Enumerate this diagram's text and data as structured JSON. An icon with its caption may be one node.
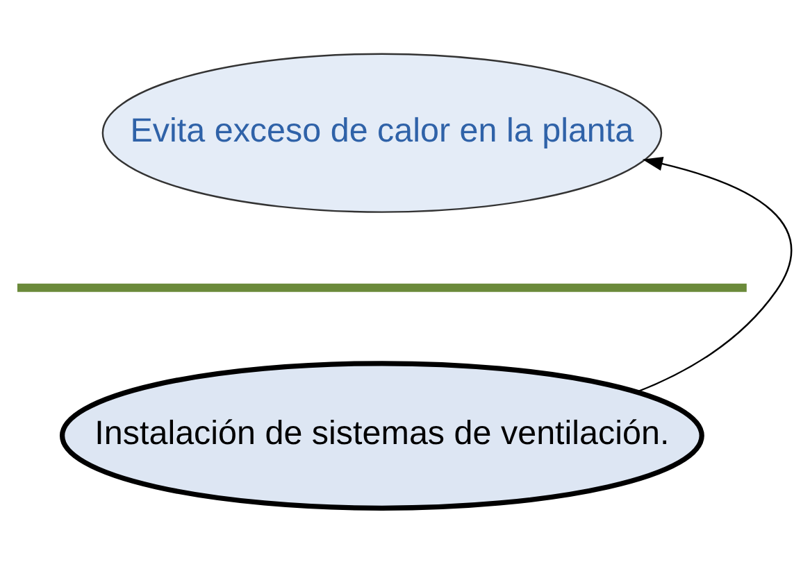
{
  "diagram": {
    "nodes": [
      {
        "text": [
          "Evita exceso de calor en la planta"
        ]
      },
      {
        "text": [
          "Instalación de sistemas de ventilación."
        ]
      }
    ],
    "edges": [
      {
        "from": 1,
        "to": 0,
        "arrow": "to"
      }
    ]
  }
}
